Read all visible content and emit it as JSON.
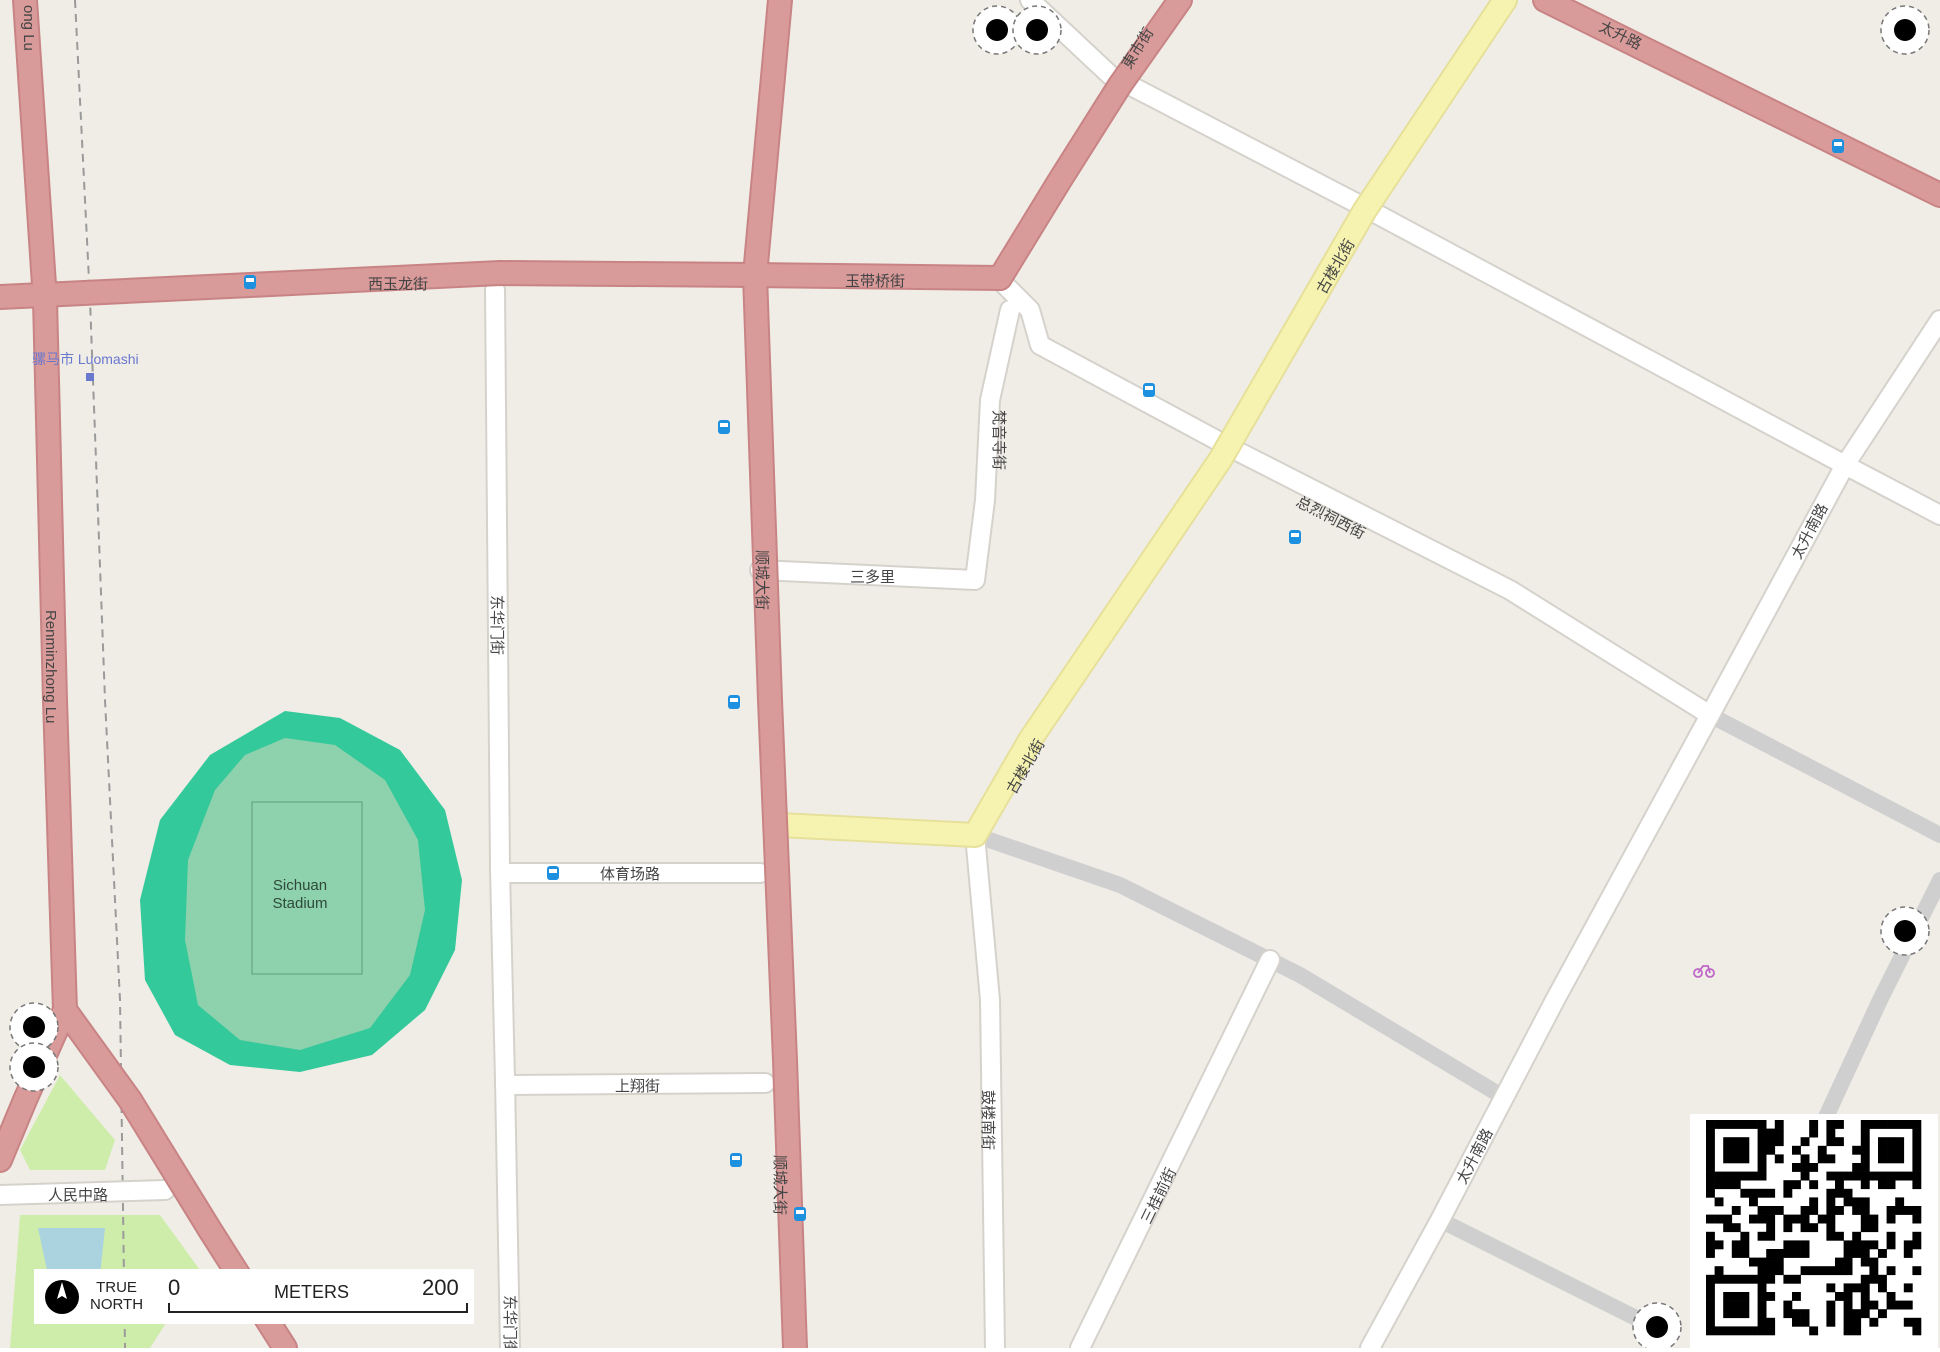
{
  "map": {
    "colors": {
      "land": "#f0ede7",
      "primary_road": "#d99a9a",
      "primary_casing": "#c88484",
      "tertiary_road": "#f6f3b0",
      "minor_road": "#ffffff",
      "minor_casing": "#d5d2cc",
      "service_road": "#d8d8d8",
      "stadium_ring": "#33c99a",
      "stadium_field": "#8ed1ad",
      "park": "#cfedaa",
      "water": "#aad3df",
      "bus_stop": "#1e90e0",
      "place_label": "#6a78ce",
      "road_label": "#444444"
    },
    "labels": {
      "xiyulong": "西玉龙街",
      "yudaiqiao": "玉带桥街",
      "dongshi": "東市街",
      "taisheng": "太升路",
      "guloubei_1": "古楼北街",
      "guloubei_2": "古楼北街",
      "fanyinsi": "梵音寺街",
      "sanduoli": "三多里",
      "shuncheng_1": "顺城大街",
      "shuncheng_2": "顺城大街",
      "donghuamen_1": "东华门街",
      "donghuamen_2": "东华门街",
      "zonglieci": "总烈祠西街",
      "taishengnan_1": "太升南路",
      "taishengnan_2": "太升南路",
      "tiyuchang": "体育场路",
      "shangxiang": "上翔街",
      "guloubei_3": "鼓楼南街",
      "sanguisi": "三桂前街",
      "renminzhong_cn": "人民中路",
      "renminzhong_en": "Renminzhong Lu",
      "renminzhong_top": "ong Lu",
      "luomashi": "骡马市 Luomashi",
      "stadium_line1": "Sichuan",
      "stadium_line2": "Stadium"
    }
  },
  "scale": {
    "north_line1": "TRUE",
    "north_line2": "NORTH",
    "zero": "0",
    "unit": "METERS",
    "max": "200"
  },
  "icons": {
    "bus": "bus-stop-icon",
    "bicycle": "bicycle-icon",
    "subway": "subway-station-icon",
    "marker": "map-marker-dot-icon",
    "north": "north-arrow-icon",
    "qr": "qr-code-icon"
  }
}
